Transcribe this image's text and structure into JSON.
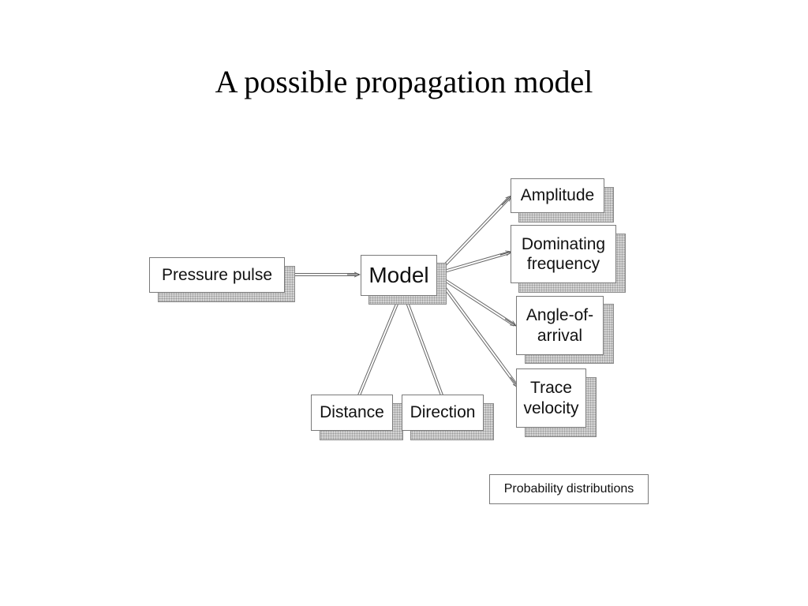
{
  "title": "A possible propagation model",
  "nodes": {
    "pressure_pulse": "Pressure pulse",
    "model": "Model",
    "distance": "Distance",
    "direction": "Direction",
    "amplitude": "Amplitude",
    "dominating_frequency": "Dominating\nfrequency",
    "angle_of_arrival": "Angle-of-\narrival",
    "trace_velocity": "Trace\nvelocity"
  },
  "legend": "Probability distributions"
}
